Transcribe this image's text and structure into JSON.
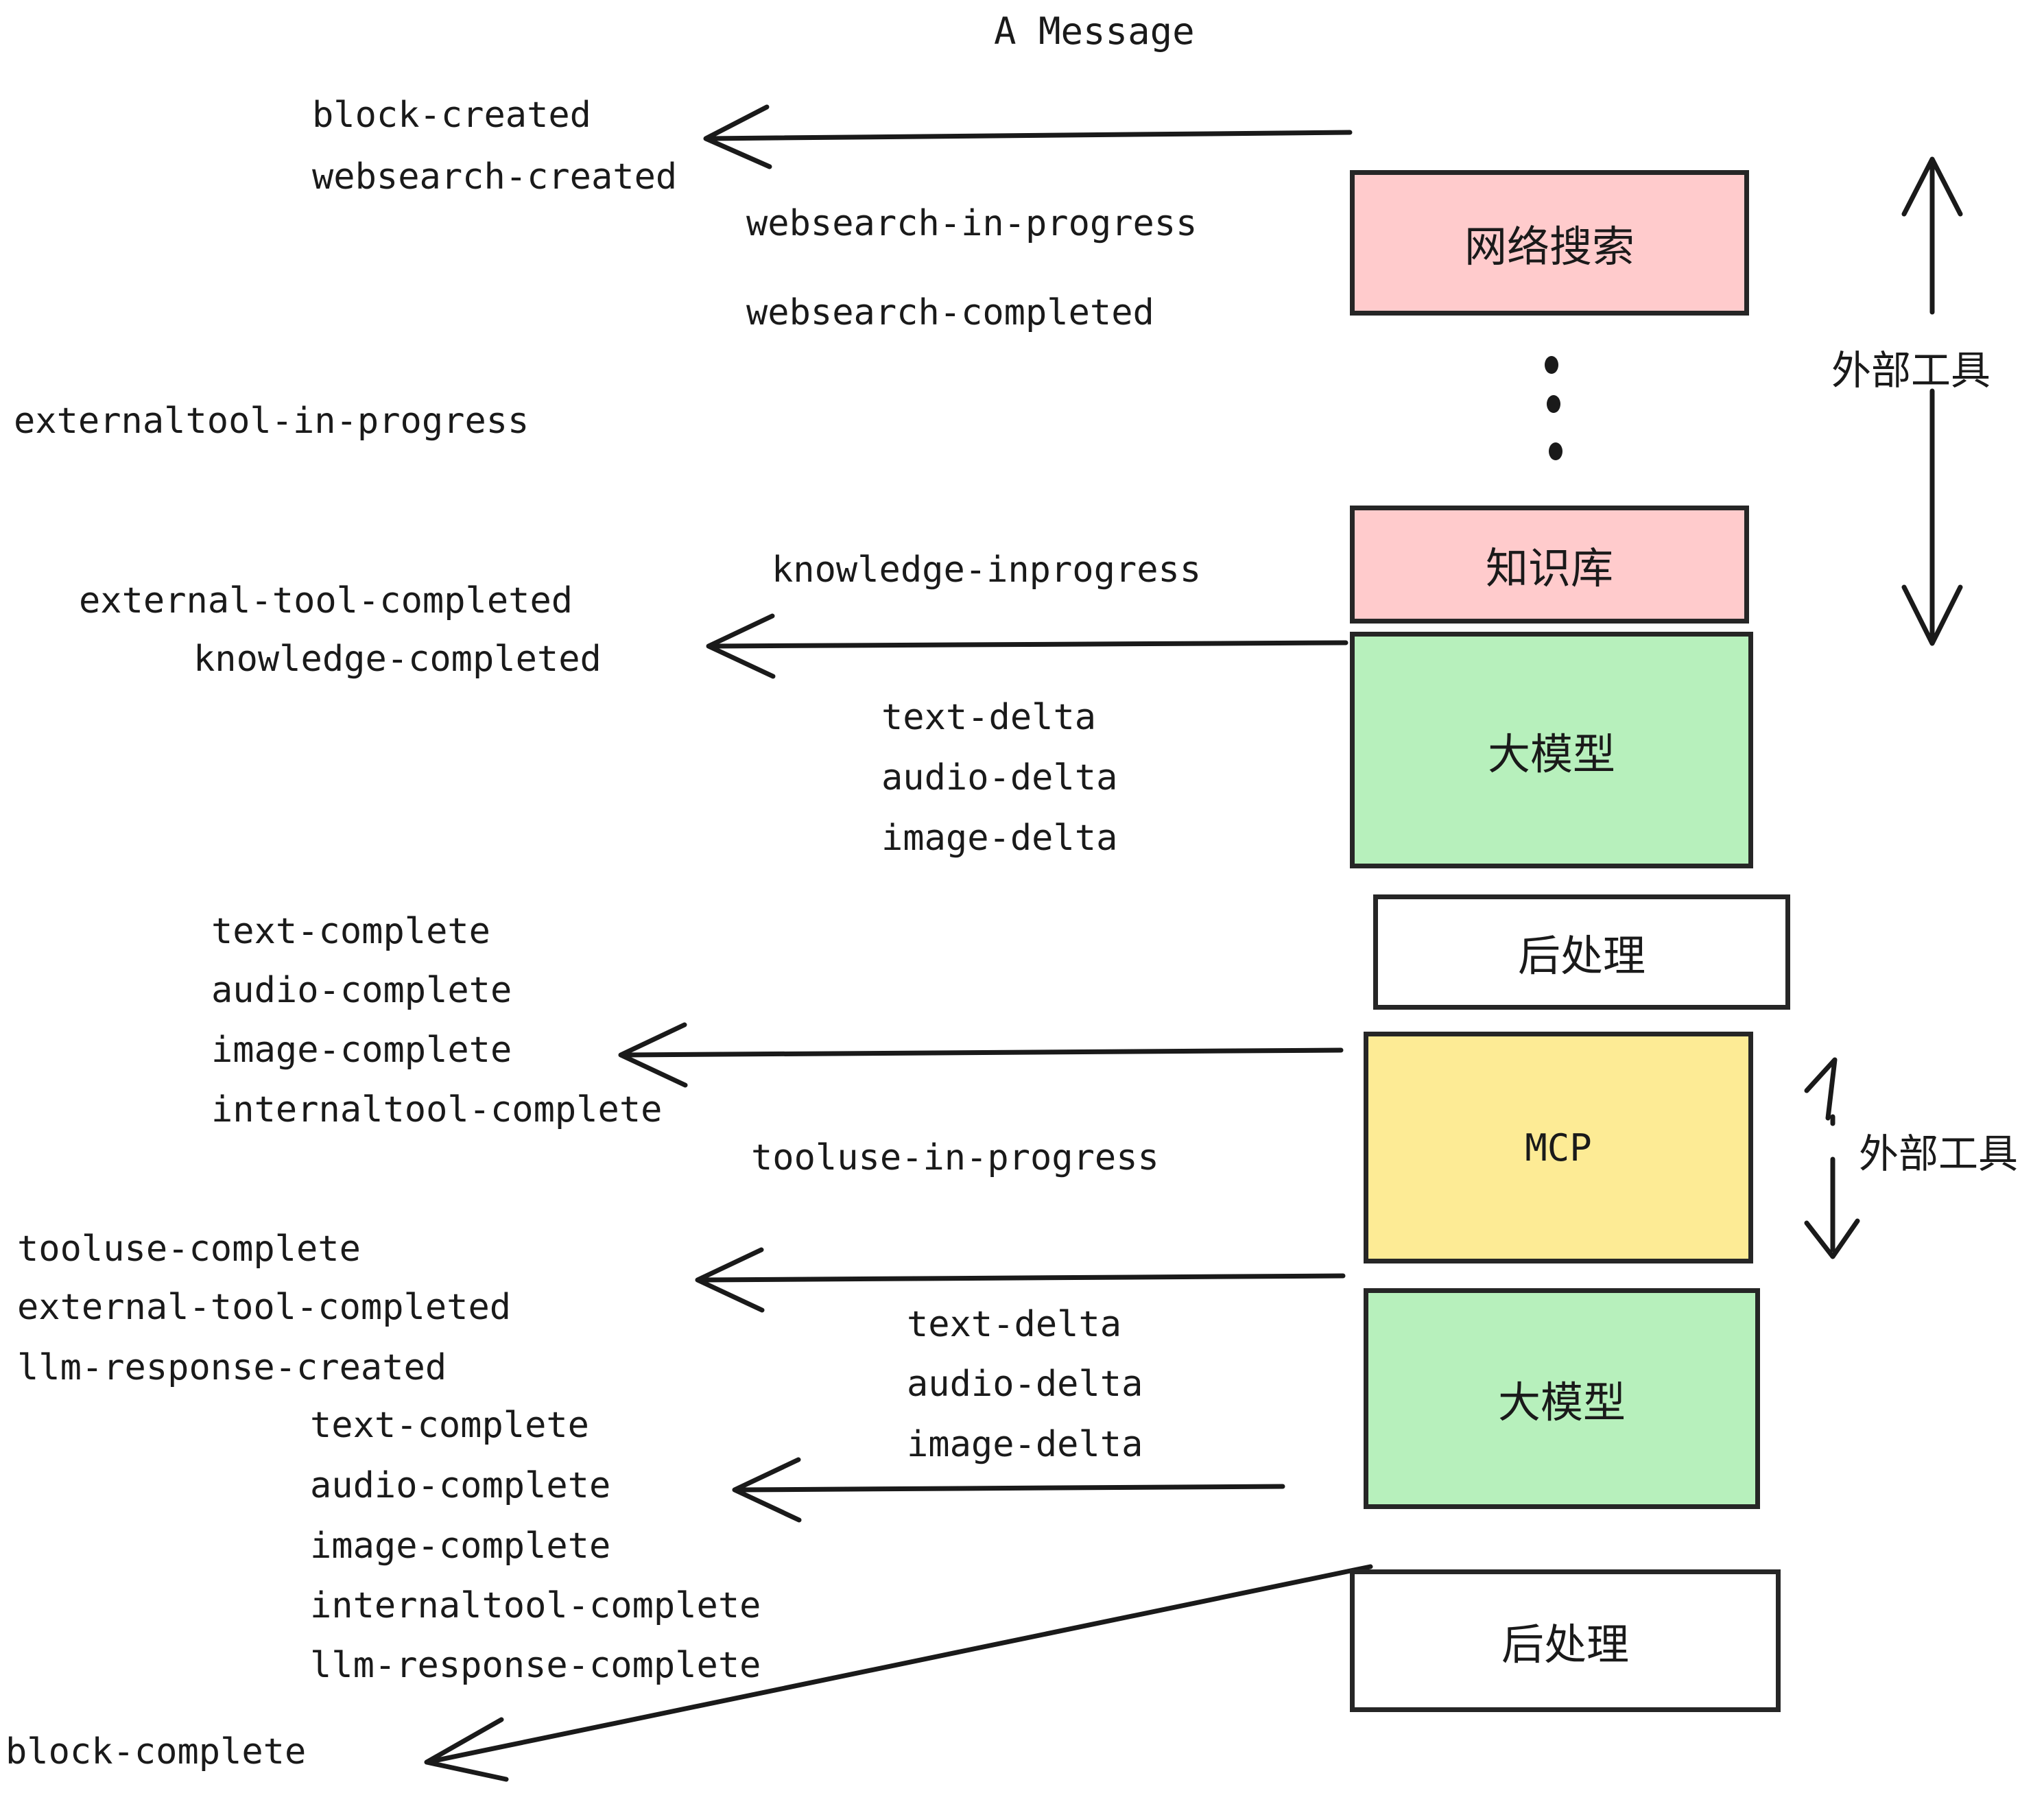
{
  "diagram": {
    "title": "A Message",
    "colors": {
      "pink": "#FFCBCC",
      "green": "#B7F0BC",
      "yellow": "#FDEB95",
      "white": "#FFFFFF",
      "stroke": "#262626",
      "text": "#1A1A1A"
    },
    "nodes": [
      {
        "id": "websearch",
        "label": "网络搜索",
        "fill": "#FFCBCC"
      },
      {
        "id": "knowledge",
        "label": "知识库",
        "fill": "#FFCBCC"
      },
      {
        "id": "llm-top",
        "label": "大模型",
        "fill": "#B7F0BC"
      },
      {
        "id": "post-top",
        "label": "后处理",
        "fill": "#FFFFFF"
      },
      {
        "id": "mcp",
        "label": "MCP",
        "fill": "#FDEB95"
      },
      {
        "id": "llm-bottom",
        "label": "大模型",
        "fill": "#B7F0BC"
      },
      {
        "id": "post-bottom",
        "label": "后处理",
        "fill": "#FFFFFF"
      }
    ],
    "side_labels": [
      {
        "id": "external-tools-top",
        "label": "外部工具"
      },
      {
        "id": "external-tools-bottom",
        "label": "外部工具"
      }
    ],
    "events": {
      "block_created": "block-created",
      "websearch_created": "websearch-created",
      "websearch_in_progress": "websearch-in-progress",
      "websearch_completed": "websearch-completed",
      "externaltool_in_progress": "externaltool-in-progress",
      "knowledge_inprogress": "knowledge-inprogress",
      "external_tool_completed_1": "external-tool-completed",
      "knowledge_completed": "knowledge-completed",
      "text_delta_1": "text-delta",
      "audio_delta_1": "audio-delta",
      "image_delta_1": "image-delta",
      "text_complete_1": "text-complete",
      "audio_complete_1": "audio-complete",
      "image_complete_1": "image-complete",
      "internaltool_complete_1": "internaltool-complete",
      "tooluse_in_progress": "tooluse-in-progress",
      "tooluse_complete": "tooluse-complete",
      "external_tool_completed_2": "external-tool-completed",
      "llm_response_created": "llm-response-created",
      "text_delta_2": "text-delta",
      "audio_delta_2": "audio-delta",
      "image_delta_2": "image-delta",
      "text_complete_2": "text-complete",
      "audio_complete_2": "audio-complete",
      "image_complete_2": "image-complete",
      "internaltool_complete_2": "internaltool-complete",
      "llm_response_complete": "llm-response-complete",
      "block_complete": "block-complete"
    }
  }
}
